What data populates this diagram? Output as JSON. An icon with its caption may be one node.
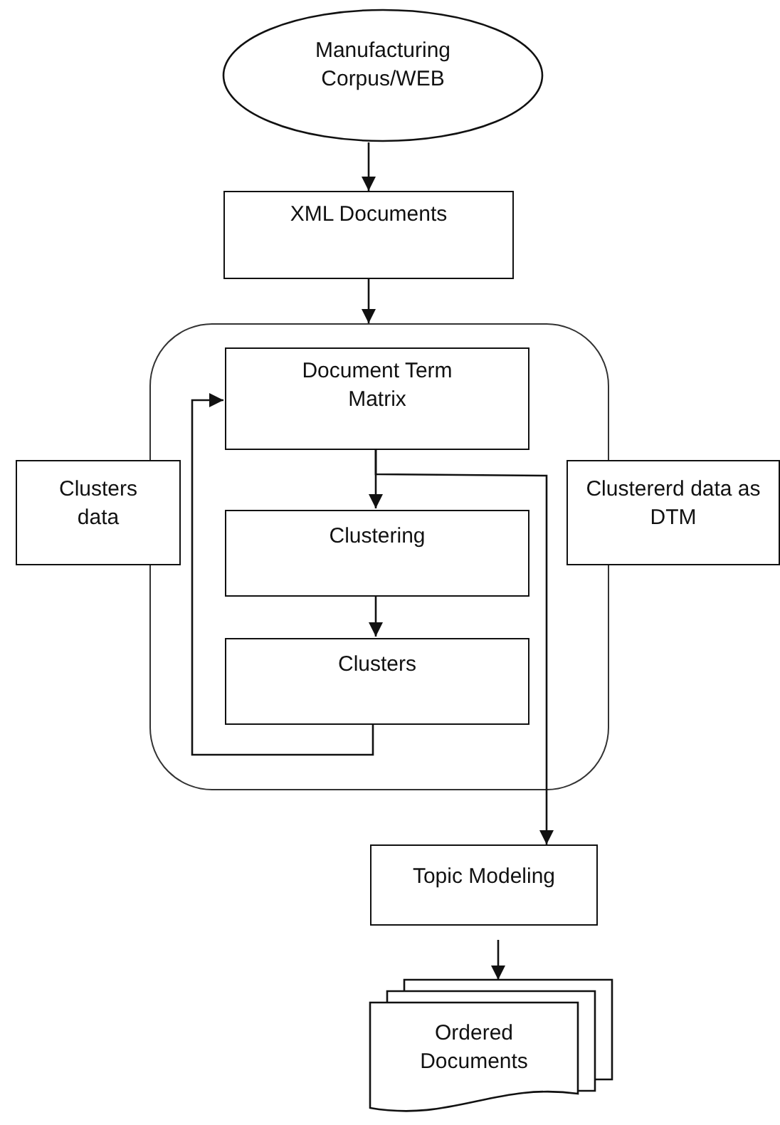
{
  "diagram": {
    "nodes": [
      {
        "text": [
          "Manufacturing Corpus/WEB"
        ]
      },
      {
        "text": [
          "XML Documents"
        ]
      },
      {
        "text": [],
        "shape": "box"
      },
      {
        "text": [
          "Document Term Matrix"
        ],
        "in": 2
      },
      {
        "text": [
          "Clustering"
        ],
        "in": 2
      },
      {
        "text": [
          "Clusters"
        ],
        "in": 2
      },
      {
        "text": [
          "Clusters data"
        ]
      },
      {
        "text": [
          "Clustererd data as DTM"
        ]
      },
      {
        "text": [
          "Topic Modeling"
        ]
      },
      {
        "text": [
          "Ordered Documents"
        ]
      }
    ],
    "edges": [
      {
        "from": 0,
        "to": 1,
        "arrow": "to"
      },
      {
        "from": 1,
        "to": 2,
        "arrow": "to"
      },
      {
        "from": 3,
        "to": 4,
        "arrow": "to"
      },
      {
        "from": 4,
        "to": 5,
        "arrow": "to"
      },
      {
        "from": 5,
        "to": 3,
        "arrow": "to"
      },
      {
        "from": 3,
        "to": 8,
        "arrow": "to"
      },
      {
        "from": 8,
        "to": 9,
        "arrow": "to"
      }
    ]
  }
}
